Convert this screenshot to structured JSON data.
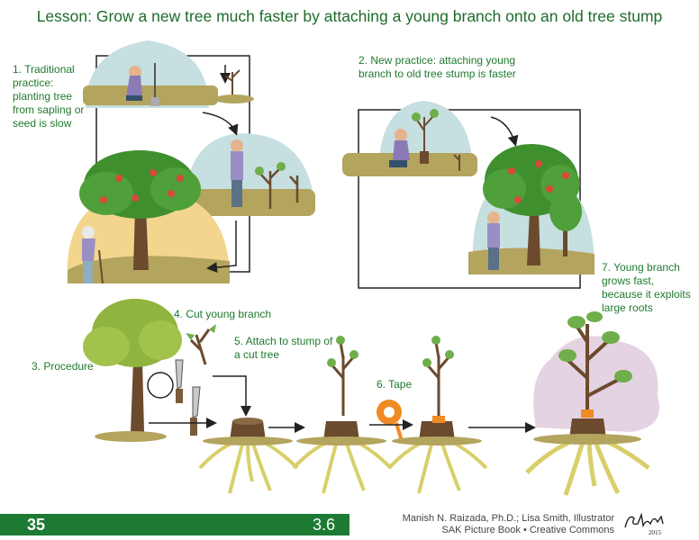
{
  "title": "Lesson: Grow a new tree much faster by attaching a young branch onto an old tree stump",
  "labels": {
    "step1": "1. Traditional practice: planting tree from sapling or seed is slow",
    "step2": "2. New practice: attaching young branch to old tree stump is faster",
    "step3": "3. Procedure",
    "step4": "4. Cut young branch",
    "step5": "5. Attach to stump of a cut tree",
    "step6": "6. Tape",
    "step7": "7. Young branch grows fast, because it exploits large roots"
  },
  "footer": {
    "page_number": "35",
    "section_number": "3.6",
    "credit_line1": "Manish N. Raizada, Ph.D.; Lisa Smith, Illustrator",
    "credit_line2": "SAK Picture Book • Creative Commons",
    "signature": "Lisa S 2015"
  },
  "colors": {
    "title_green": "#1e6b2a",
    "label_green": "#1f7a2e",
    "footer_green": "#1d7a33",
    "ground": "#b3a45e",
    "foliage": "#3f8f2f",
    "roots": "#d9cf6a",
    "trunk": "#6b4a2e",
    "sky": "#c6dfe0"
  },
  "icons": [
    "tree-icon",
    "person-icon",
    "knife-icon",
    "tape-roll-icon",
    "arrow-icon",
    "signature-icon"
  ]
}
